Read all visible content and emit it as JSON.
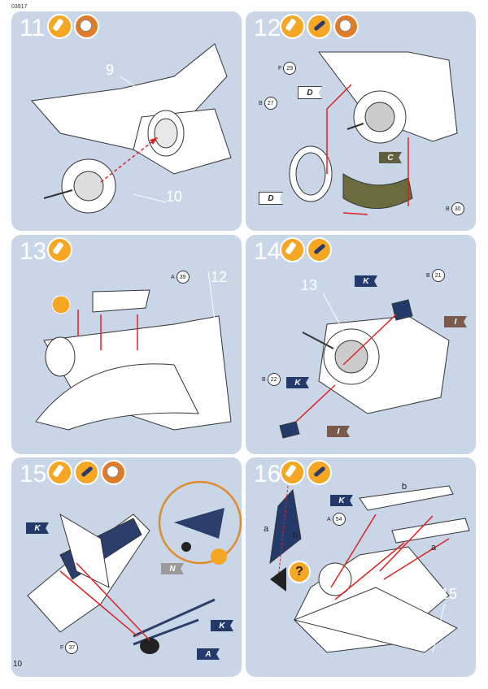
{
  "doc_code": "03917",
  "page_number": "10",
  "steps": [
    {
      "number": "11",
      "icons": [
        "glue-icon",
        "clock-icon"
      ],
      "part_labels": [
        "9",
        "10"
      ]
    },
    {
      "number": "12",
      "icons": [
        "glue-icon",
        "paint-icon",
        "clock-icon"
      ],
      "callouts": [
        {
          "letter": "F",
          "num": "29"
        },
        {
          "letter": "B",
          "num": "27"
        },
        {
          "letter": "B",
          "num": "30"
        }
      ],
      "flags": [
        "D",
        "D",
        "C"
      ]
    },
    {
      "number": "13",
      "icons": [
        "glue-icon"
      ],
      "callouts": [
        {
          "letter": "A",
          "num": "39"
        }
      ],
      "part_labels": [
        "12"
      ]
    },
    {
      "number": "14",
      "icons": [
        "glue-icon",
        "paint-icon"
      ],
      "callouts": [
        {
          "letter": "B",
          "num": "21"
        },
        {
          "letter": "B",
          "num": "22"
        }
      ],
      "flags": [
        "K",
        "I",
        "K",
        "I"
      ],
      "part_labels": [
        "13"
      ]
    },
    {
      "number": "15",
      "icons": [
        "glue-icon",
        "paint-icon",
        "clock-icon"
      ],
      "callouts": [
        {
          "letter": "F",
          "num": "37"
        }
      ],
      "flags": [
        "K",
        "N",
        "K",
        "A"
      ]
    },
    {
      "number": "16",
      "icons": [
        "glue-icon",
        "paint-icon"
      ],
      "callouts": [
        {
          "letter": "A",
          "num": "54"
        }
      ],
      "flags": [
        "K"
      ],
      "part_labels": [
        "15"
      ],
      "letters": [
        "a",
        "b",
        "b",
        "a"
      ],
      "hint": "?"
    }
  ]
}
